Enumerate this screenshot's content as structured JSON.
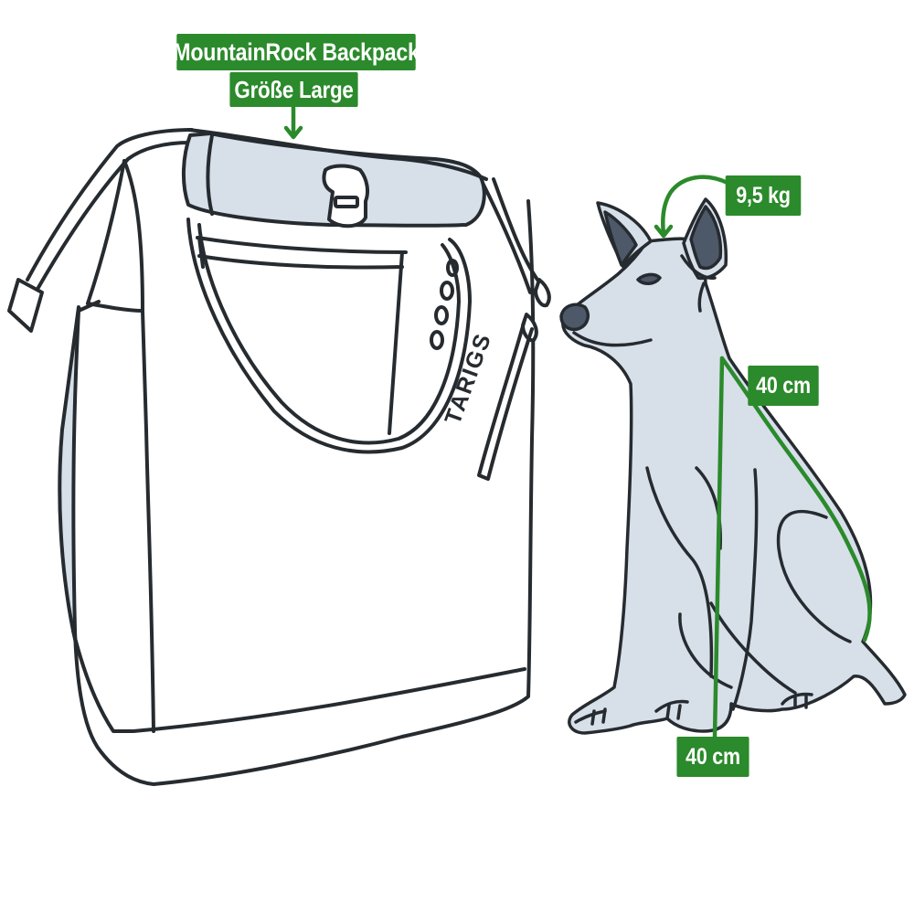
{
  "theme": {
    "accent_green": "#2b8a2b",
    "outline": "#262b30",
    "fill_light_blue": "#d7dfe9",
    "ear_dark": "#4d5869",
    "background": "#ffffff"
  },
  "product": {
    "title": "MountainRock Backpack",
    "size": "Größe Large",
    "brand_print": "TARIGS"
  },
  "dog": {
    "weight": "9,5 kg",
    "back_length": "40 cm",
    "height": "40 cm"
  },
  "icons": {
    "product_arrow": "arrow-down-icon",
    "weight_arrow": "curved-arrow-icon"
  }
}
